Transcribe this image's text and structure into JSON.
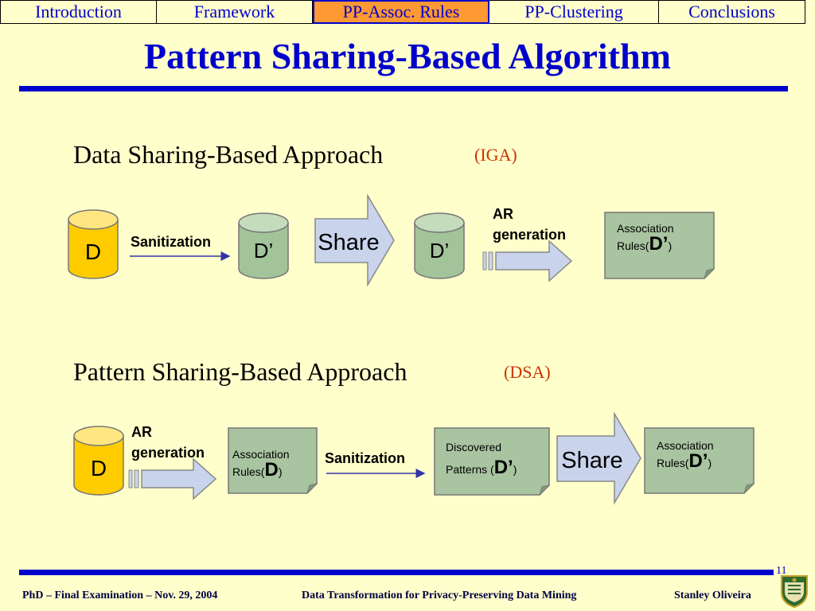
{
  "nav": {
    "tabs": [
      {
        "label": "Introduction",
        "active": false
      },
      {
        "label": "Framework",
        "active": false
      },
      {
        "label": "PP-Assoc. Rules",
        "active": true
      },
      {
        "label": "PP-Clustering",
        "active": false
      },
      {
        "label": "Conclusions",
        "active": false
      }
    ]
  },
  "slide": {
    "title": "Pattern Sharing-Based Algorithm",
    "page_number": "11"
  },
  "section1": {
    "title": "Data Sharing-Based Approach",
    "tag": "(IGA)",
    "db_d": "D",
    "sanitization": "Sanitization",
    "db_dprime1": "D’",
    "share": "Share",
    "db_dprime2": "D’",
    "ar_line1": "AR",
    "ar_line2": "generation",
    "note_line1": "Association",
    "note_line2": "Rules(",
    "note_big": "D’",
    "note_close": ")"
  },
  "section2": {
    "title": "Pattern Sharing-Based Approach",
    "tag": "(DSA)",
    "db_d": "D",
    "ar_line1": "AR",
    "ar_line2": "generation",
    "note1_line1": "Association",
    "note1_line2": "Rules(",
    "note1_big": "D",
    "note1_close": ")",
    "sanitization": "Sanitization",
    "note2_line1": "Discovered",
    "note2_line2": "Patterns (",
    "note2_big": "D’",
    "note2_close": ")",
    "share": "Share",
    "note3_line1": "Association",
    "note3_line2": "Rules(",
    "note3_big": "D’",
    "note3_close": ")"
  },
  "footer": {
    "left": "PhD – Final Examination – Nov. 29, 2004",
    "center": "Data Transformation for Privacy-Preserving Data Mining",
    "right": "Stanley Oliveira"
  },
  "colors": {
    "background": "#ffffcc",
    "accent_blue": "#0000cc",
    "active_tab": "#ff9933",
    "db_yellow": "#ffcc00",
    "db_green": "#a3c39a",
    "note_green": "#a8c4a0",
    "arrow_fill": "#c9d4ec",
    "tag_color": "#cc3300"
  }
}
